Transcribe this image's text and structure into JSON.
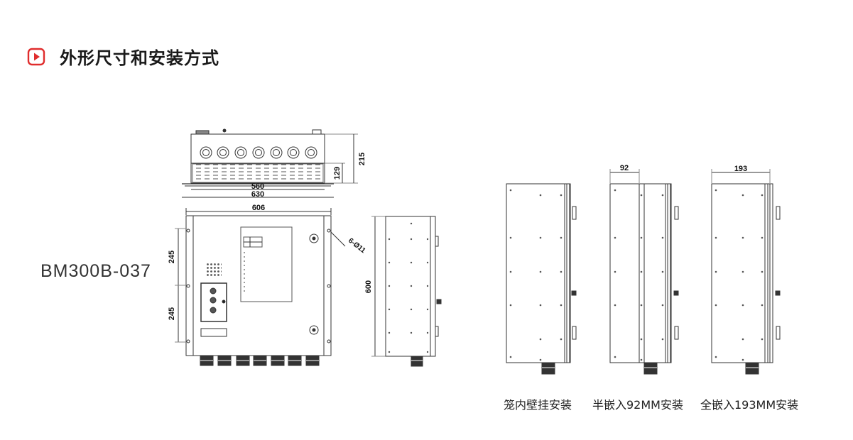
{
  "header": {
    "title": "外形尺寸和安装方式",
    "icon": "play-icon",
    "accent_color": "#e02d2d"
  },
  "model": "BM300B-037",
  "dimensions": {
    "top_width_inner": "560",
    "top_width_outer": "630",
    "top_height_outer": "215",
    "top_height_inner": "129",
    "front_width": "606",
    "front_spacing_upper": "245",
    "front_spacing_lower": "245",
    "mount_hole": "6-Ø11",
    "side_height": "600",
    "semi_depth": "92",
    "full_depth": "193"
  },
  "captions": {
    "cage": "笼内壁挂安装",
    "semi": "半嵌入92MM安装",
    "full": "全嵌入193MM安装"
  }
}
